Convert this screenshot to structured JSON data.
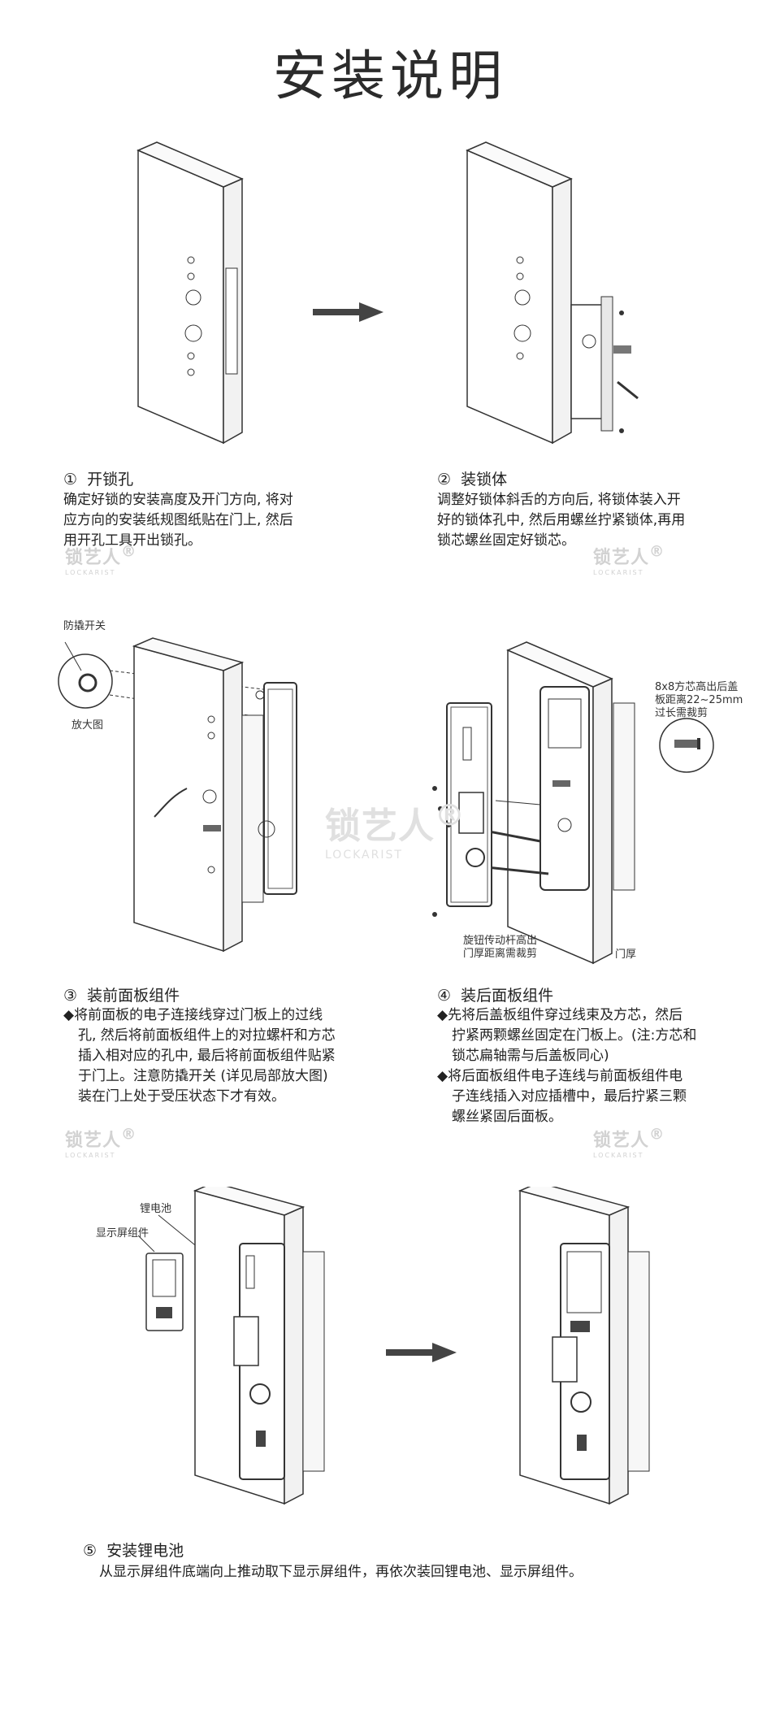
{
  "title": "安装说明",
  "watermark": {
    "brand": "锁艺人",
    "reg": "®",
    "sub": "LOCKARIST"
  },
  "steps": [
    {
      "num": "①",
      "head": "开锁孔",
      "lines": [
        "确定好锁的安装高度及开门方向, 将对",
        "应方向的安装纸规图纸贴在门上, 然后",
        "用开孔工具开出锁孔。"
      ]
    },
    {
      "num": "②",
      "head": "装锁体",
      "lines": [
        "调整好锁体斜舌的方向后, 将锁体装入开",
        "好的锁体孔中, 然后用螺丝拧紧锁体,再用",
        "锁芯螺丝固定好锁芯。"
      ]
    },
    {
      "num": "③",
      "head": "装前面板组件",
      "bullets": [
        [
          "将前面板的电子连接线穿过门板上的过线",
          "孔, 然后将前面板组件上的对拉螺杆和方芯",
          "插入相对应的孔中, 最后将前面板组件贴紧",
          "于门上。注意防撬开关 (详见局部放大图)",
          "装在门上处于受压状态下才有效。"
        ]
      ]
    },
    {
      "num": "④",
      "head": "装后面板组件",
      "bullets": [
        [
          "先将后盖板组件穿过线束及方芯，然后",
          "拧紧两颗螺丝固定在门板上。(注:方芯和",
          "锁芯扁轴需与后盖板同心)"
        ],
        [
          "将后面板组件电子连线与前面板组件电",
          "子连线插入对应插槽中，最后拧紧三颗",
          "螺丝紧固后面板。"
        ]
      ]
    },
    {
      "num": "⑤",
      "head": "安装锂电池",
      "lines": [
        "从显示屏组件底端向上推动取下显示屏组件，再依次装回锂电池、显示屏组件。"
      ]
    }
  ],
  "callouts": {
    "tamper": "防撬开关",
    "zoom": "放大图",
    "square_shaft": [
      "8x8方芯高出后盖",
      "板距离22~25mm",
      "过长需裁剪"
    ],
    "knob_rod": [
      "旋钮传动杆高出",
      "门厚距离需裁剪"
    ],
    "door_thickness": "门厚",
    "battery": "锂电池",
    "display": "显示屏组件"
  },
  "bullet_symbol": "◆"
}
